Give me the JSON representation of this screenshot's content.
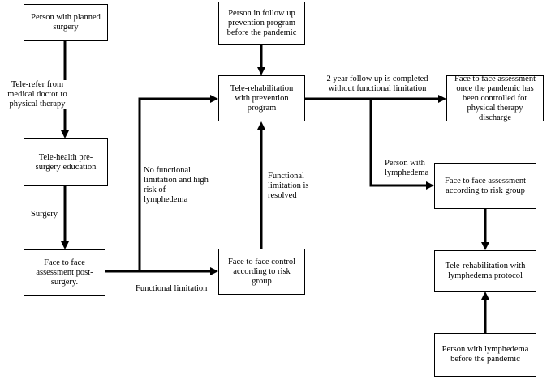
{
  "nodes": {
    "planned_surgery": "Person with planned surgery",
    "telehealth_education": "Tele-health pre-surgery education",
    "f2f_post_surgery": "Face to face assessment post-surgery.",
    "followup_prevention": "Person in follow up prevention program before the pandemic",
    "telerehab_prevention": "Tele-rehabilitation with prevention program",
    "f2f_control": "Face to face control according to risk group",
    "f2f_discharge": "Face to face assessment once the pandemic has been controlled for physical therapy discharge",
    "f2f_risk_group": "Face to face assessment according to risk group",
    "telerehab_lymphedema": "Tele-rehabilitation with lymphedema protocol",
    "lymphedema_before": "Person with lymphedema before the pandemic"
  },
  "edge_labels": {
    "tele_refer": "Tele-refer from\nmedical doctor to\nphysical therapy",
    "surgery": "Surgery",
    "no_limitation": "No functional\nlimitation and high\nrisk of\nlymphedema",
    "functional_limitation": "Functional limitation",
    "limitation_resolved": "Functional\nlimitation is\nresolved",
    "followup_completed": "2 year follow up is completed\nwithout functional limitation",
    "person_lymphedema": "Person with\nlymphedema"
  }
}
